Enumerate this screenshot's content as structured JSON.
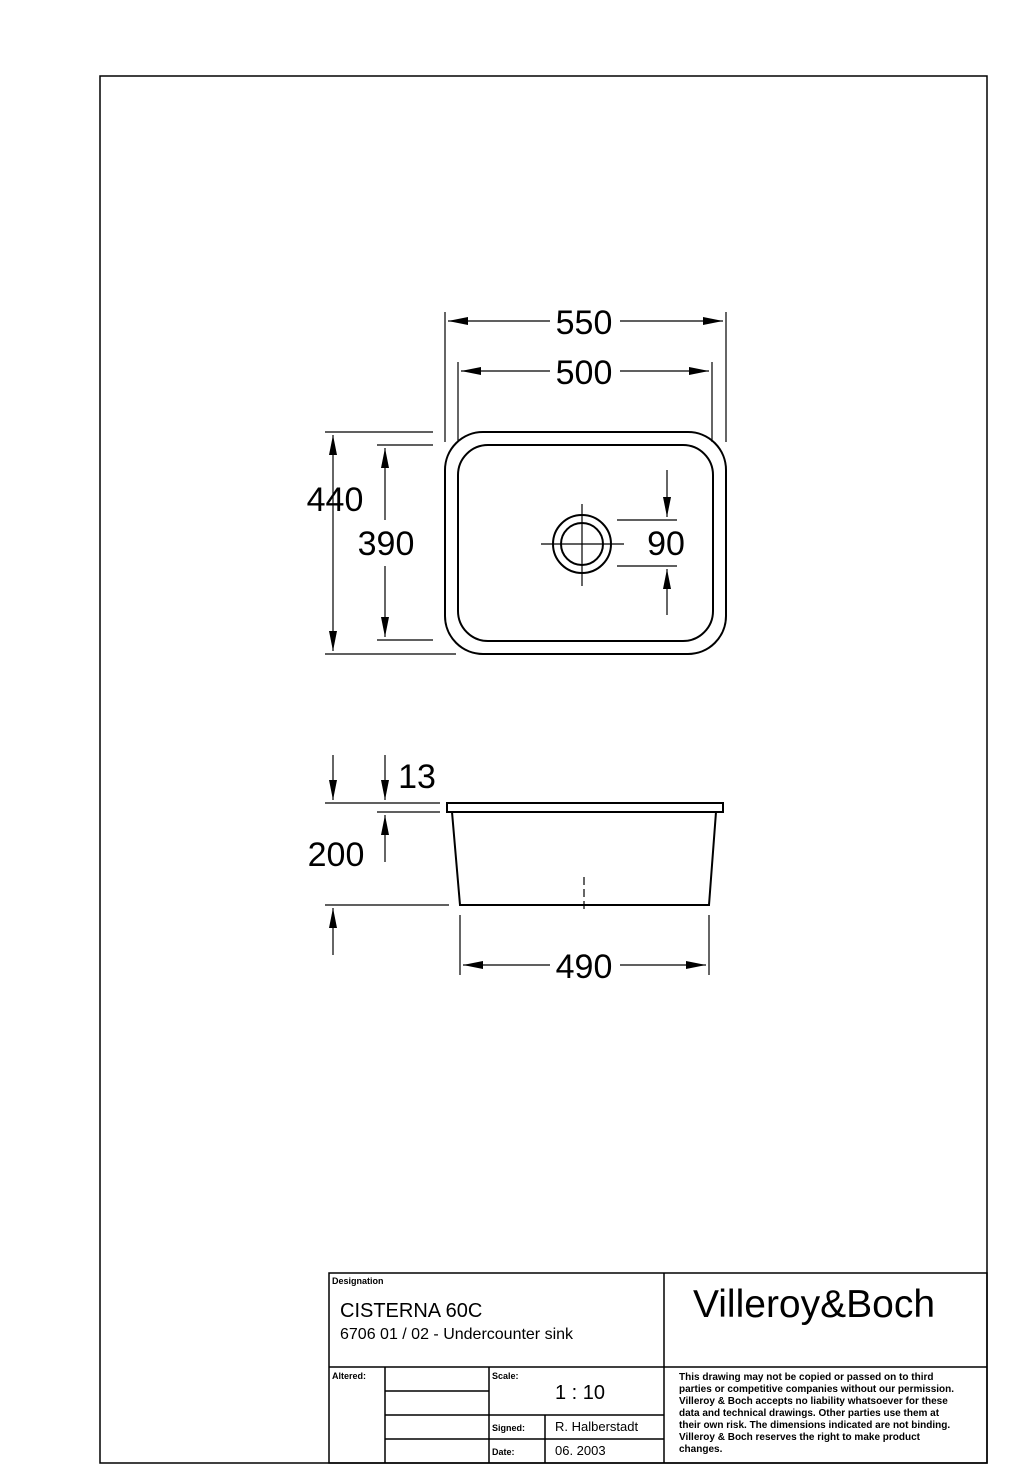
{
  "dimensions": {
    "width_outer": "550",
    "width_inner": "500",
    "depth_outer": "440",
    "depth_inner": "390",
    "drain_diameter": "90",
    "rim_thickness": "13",
    "height": "200",
    "bottom_width": "490"
  },
  "title_block": {
    "designation_label": "Designation",
    "product_name": "CISTERNA 60C",
    "product_desc": "6706 01 / 02 - Undercounter sink",
    "brand": "Villeroy&Boch",
    "altered_label": "Altered:",
    "scale_label": "Scale:",
    "scale_value": "1 : 10",
    "signed_label": "Signed:",
    "signed_value": "R. Halberstadt",
    "date_label": "Date:",
    "date_value": "06. 2003",
    "disclaimer": [
      "This drawing may not be copied or passed on to third",
      "parties or competitive companies without our permission.",
      "Villeroy & Boch accepts no liability whatsoever for these",
      "data and technical drawings. Other parties use them at",
      "their own risk. The dimensions indicated are not binding.",
      "Villeroy & Boch reserves the right to make product",
      "changes."
    ]
  }
}
